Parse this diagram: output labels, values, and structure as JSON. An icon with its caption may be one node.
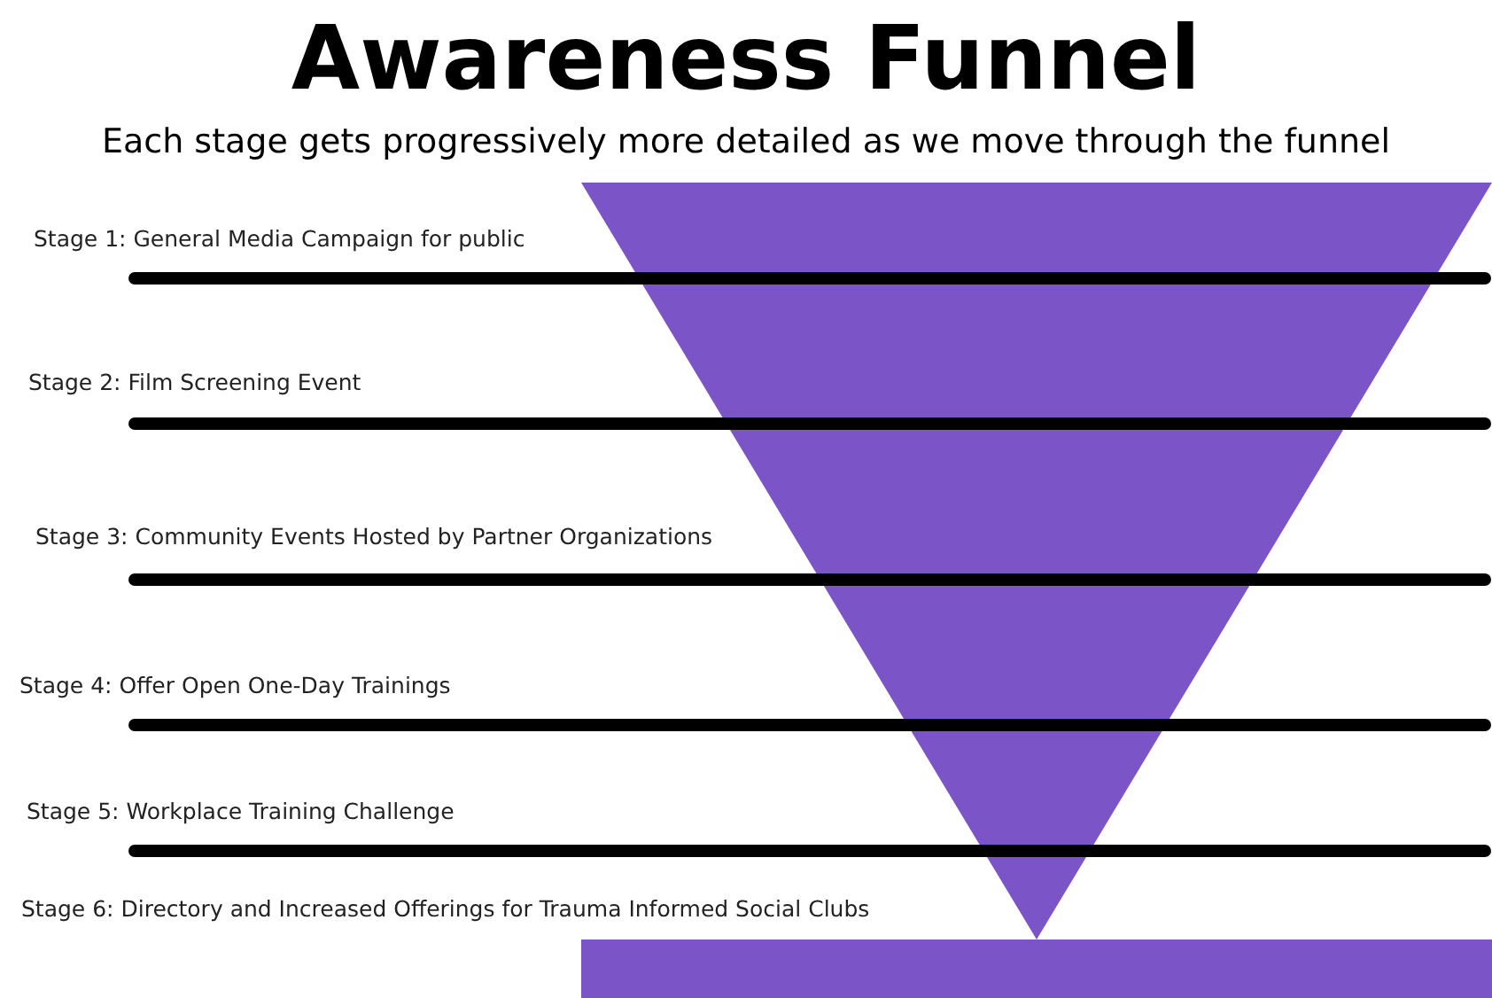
{
  "diagram": {
    "title": "Awareness Funnel",
    "labels": [
      "Each stage gets progressively more detailed as we move through the funnel",
      "Stage 1: General Media Campaign for public",
      "Stage 2: Film Screening Event",
      "Stage 3: Community Events Hosted by Partner Organizations",
      "Stage 4: Offer Open One-Day Trainings",
      "Stage 5: Workplace Training Challenge",
      "Stage 6: Directory and Increased Offerings for Trauma Informed Social Clubs"
    ]
  }
}
